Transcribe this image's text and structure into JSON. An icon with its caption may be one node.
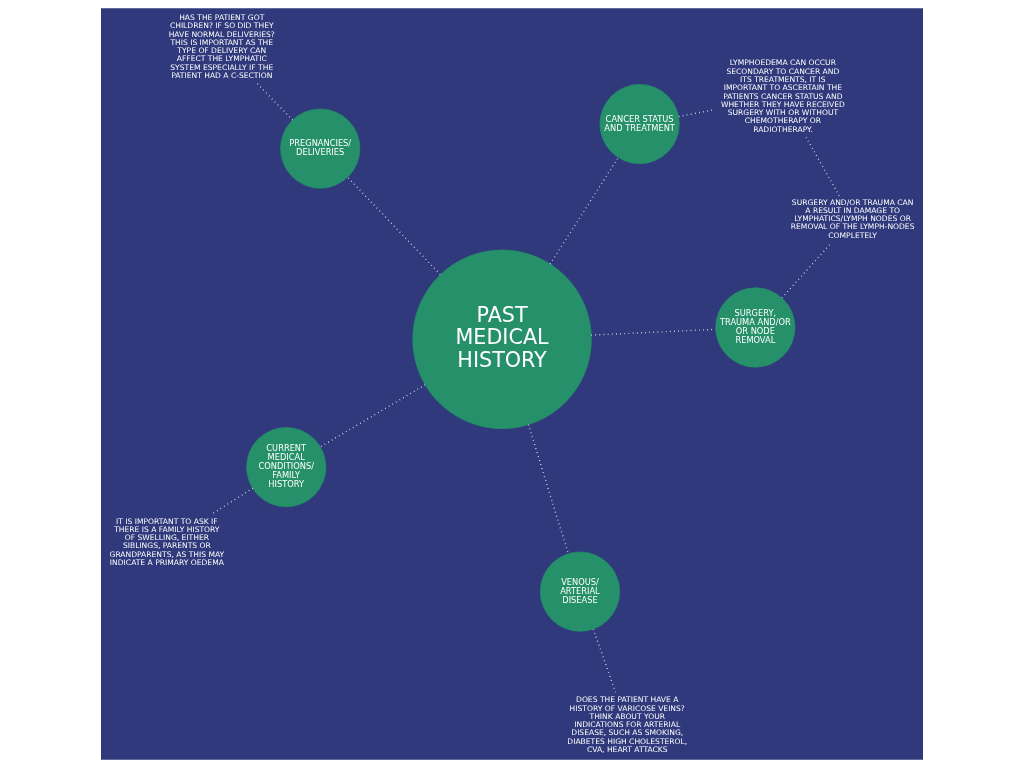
{
  "diagram": {
    "nodes": [
      {
        "text": [
          "PAST MEDICAL HISTORY"
        ]
      },
      {
        "text": [
          "CURRENT MEDICAL CONDITIONS/ FAMILY HISTORY"
        ]
      },
      {
        "text": [
          "VENOUS/ ARTERIAL DISEASE"
        ]
      },
      {
        "text": [
          "PREGNANCIES/ DELIVERIES"
        ]
      },
      {
        "text": [
          "CANCER STATUS AND TREATMENT"
        ]
      },
      {
        "text": [
          "SURGERY, TRAUMA AND/OR OR NODE REMOVAL"
        ]
      },
      {
        "text": [
          "IT IS IMPORTANT TO ASK IF THERE IS A FAMILY HISTORY OF SWELLING, EITHER SIBLINGS, PARENTS OR GRANDPARENTS, AS THIS MAY INDICATE A PRIMARY OEDEMA"
        ]
      },
      {
        "text": [
          "DOES THE PATIENT HAVE A HISTORY OF VARICOSE VEINS?",
          "THINK ABOUT YOUR INDICATIONS FOR ARTERIAL DISEASE, SUCH AS SMOKING, DIABETES HIGH CHOLESTEROL, CVA, HEART ATTACKS"
        ]
      },
      {
        "text": [
          "HAS THE PATIENT GOT CHILDREN? IF SO DID THEY HAVE NORMAL DELIVERIES? THIS IS IMPORTANT AS THE TYPE OF DELIVERY CAN AFFECT THE LYMPHATIC SYSTEM ESPECIALLY IF THE PATIENT HAD A C-SECTION"
        ]
      },
      {
        "text": [
          "LYMPHOEDEMA CAN OCCUR SECONDARY TO CANCER AND ITS TREATMENTS, IT IS IMPORTANT TO ASCERTAIN THE PATIENTS CANCER STATUS AND WHETHER THEY HAVE RECEIVED SURGERY WITH OR WITHOUT CHEMOTHERAPY OR RADIOTHERAPY."
        ]
      },
      {
        "text": [
          "SURGERY AND/OR TRAUMA CAN A RESULT IN DAMAGE TO LYMPHATICS/LYMPH NODES OR REMOVAL OF THE LYMPH-NODES COMPLETELY"
        ]
      }
    ],
    "edges": [
      {
        "from": 0,
        "to": 1,
        "arrow": "none"
      },
      {
        "from": 0,
        "to": 2,
        "arrow": "none"
      },
      {
        "from": 0,
        "to": 3,
        "arrow": "none"
      },
      {
        "from": 0,
        "to": 4,
        "arrow": "none"
      },
      {
        "from": 0,
        "to": 5,
        "arrow": "none"
      },
      {
        "from": 1,
        "to": 6,
        "arrow": "none"
      },
      {
        "from": 2,
        "to": 7,
        "arrow": "none"
      },
      {
        "from": 3,
        "to": 8,
        "arrow": "none"
      },
      {
        "from": 4,
        "to": 9,
        "arrow": "none"
      },
      {
        "from": 5,
        "to": 10,
        "arrow": "none"
      },
      {
        "from": 10,
        "to": 9,
        "arrow": "none"
      }
    ]
  }
}
